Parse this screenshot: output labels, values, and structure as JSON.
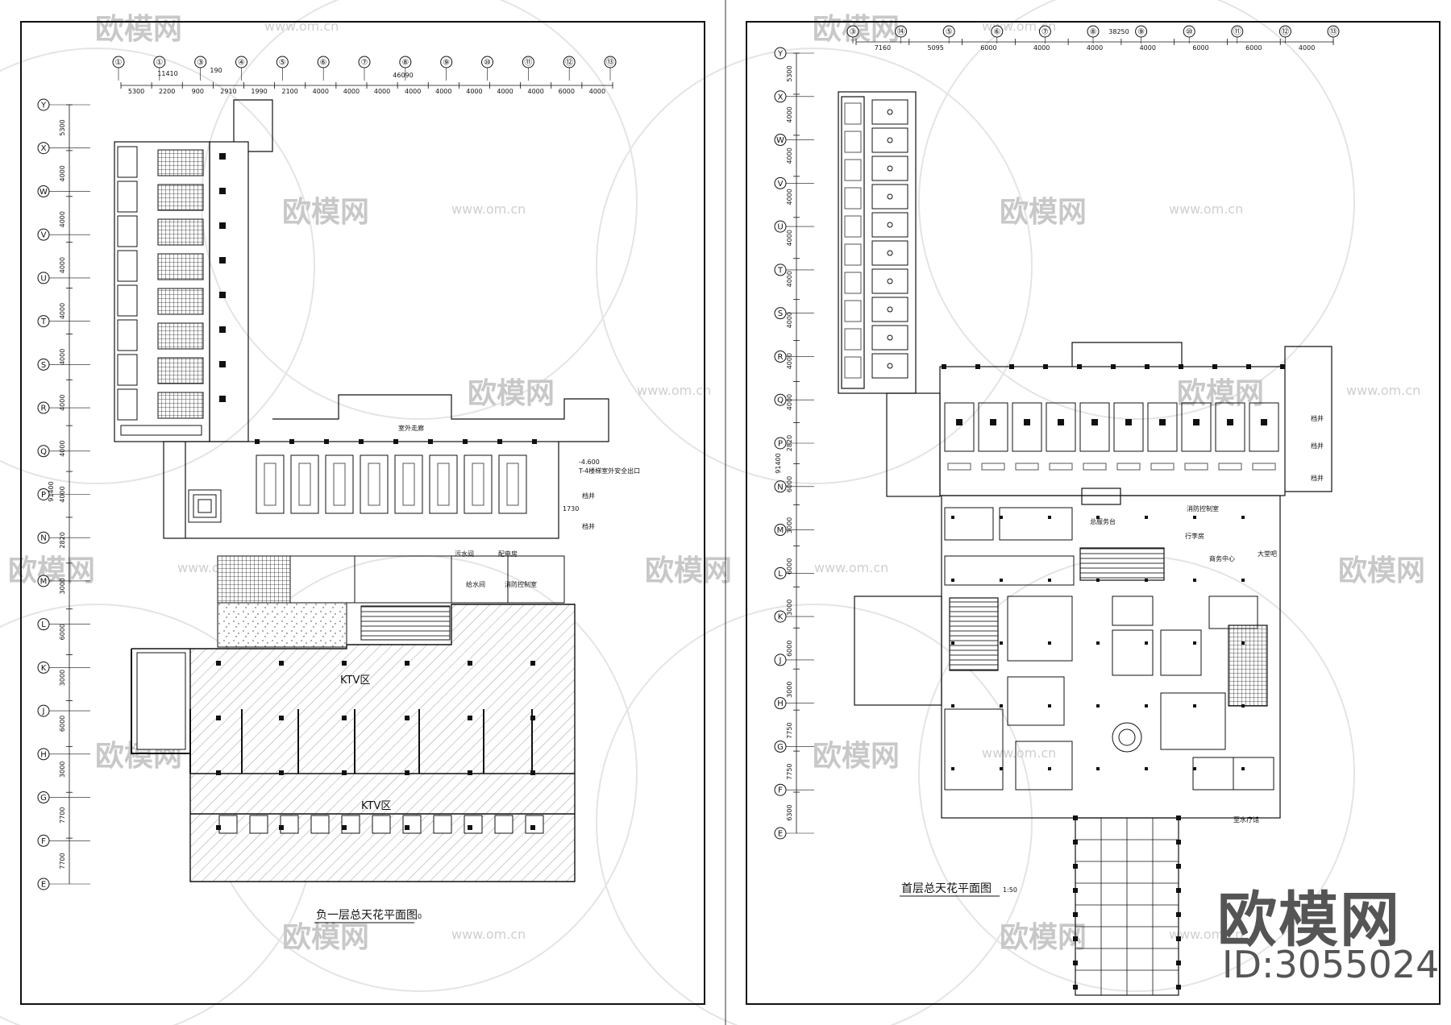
{
  "watermark": {
    "brand": "欧模网",
    "url": "www.om.cn"
  },
  "corner_brand": {
    "name": "欧模网",
    "id_label": "ID:3055024"
  },
  "left_sheet": {
    "title": "负一层总天花平面图",
    "title_suffix": "0",
    "grid_top": [
      "①",
      "①",
      "③",
      "④",
      "⑤",
      "⑥",
      "⑦",
      "⑧",
      "⑨",
      "⑩",
      "⑪",
      "⑫",
      "⑬"
    ],
    "grid_left": [
      "Y",
      "X",
      "W",
      "V",
      "U",
      "T",
      "S",
      "R",
      "Q",
      "P",
      "N",
      "M",
      "L",
      "K",
      "J",
      "H",
      "G",
      "F",
      "E"
    ],
    "top_total_dim": "46090",
    "top_sub_dim": "11410",
    "top_small_dim": "190",
    "top_dims": [
      "5300",
      "2200",
      "900",
      "2910",
      "1990",
      "2100",
      "4000",
      "4000",
      "4000",
      "4000",
      "4000",
      "4000",
      "4000",
      "4000",
      "6000",
      "4000"
    ],
    "left_dims": [
      "5300",
      "4000",
      "4000",
      "4000",
      "4000",
      "4000",
      "4000",
      "4000",
      "4000",
      "2820",
      "3000",
      "6000",
      "3000",
      "6000",
      "3000",
      "7700",
      "7700"
    ],
    "left_total_dim": "91400",
    "zone_labels": [
      "KTV区",
      "KTV区"
    ],
    "notes": [
      "室外走廊",
      "-4.600",
      "T-4楼梯室外安全出口",
      "档井",
      "档井",
      "1730",
      "给水间",
      "配电房",
      "污水间",
      "消防控制室"
    ]
  },
  "right_sheet": {
    "title": "首层总天花平面图",
    "title_suffix": "1:50",
    "grid_top": [
      "③",
      "⑭",
      "⑤",
      "⑥",
      "⑦",
      "⑧",
      "⑨",
      "⑩",
      "⑪",
      "⑫",
      "⑬"
    ],
    "grid_left": [
      "Y",
      "X",
      "W",
      "V",
      "U",
      "T",
      "S",
      "R",
      "Q",
      "P",
      "N",
      "M",
      "L",
      "K",
      "J",
      "H",
      "G",
      "F",
      "E"
    ],
    "top_total_dim": "38250",
    "top_dims": [
      "7160",
      "5095",
      "6000",
      "4000",
      "4000",
      "4000",
      "6000",
      "6000",
      "4000"
    ],
    "left_dims": [
      "5300",
      "4000",
      "4000",
      "4000",
      "4000",
      "4000",
      "4000",
      "4000",
      "4000",
      "2820",
      "6000",
      "3000",
      "6000",
      "3000",
      "6000",
      "3000",
      "7750",
      "7750",
      "6300"
    ],
    "left_total_dim": "91400",
    "notes": [
      "消防控制室",
      "总服务台",
      "行李房",
      "商务中心",
      "大堂吧",
      "至水疗馆",
      "档井",
      "档井",
      "档井"
    ]
  }
}
